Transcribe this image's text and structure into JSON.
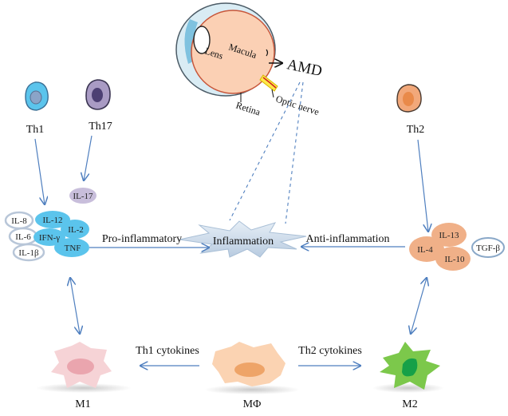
{
  "eye": {
    "lens_label": "Lens",
    "macula_label": "Macula",
    "retina_label": "Retina",
    "optic_nerve_label": "Optic nerve",
    "disease_label": "AMD"
  },
  "t_cells": {
    "th1": "Th1",
    "th17": "Th17",
    "th2": "Th2"
  },
  "pro_cytokines": {
    "main": [
      "IL-12",
      "IL-2",
      "IFN-γ",
      "TNF"
    ],
    "outline": [
      "IL-8",
      "IL-6",
      "IL-1β"
    ],
    "th17": "IL-17"
  },
  "anti_cytokines": {
    "main": [
      "IL-13",
      "IL-4",
      "IL-10"
    ],
    "outline": "TGF-β"
  },
  "center": {
    "inflammation": "Inflammation",
    "pro_label": "Pro-inflammatory",
    "anti_label": "Anti-inflammation"
  },
  "macrophages": {
    "m1": "M1",
    "m0": "MΦ",
    "m2": "M2",
    "th1_cytokines": "Th1 cytokines",
    "th2_cytokines": "Th2 cytokines"
  },
  "colors": {
    "arrow": "#4f7fbf",
    "th1_blue": "#5bc4ec",
    "th17_purple": "#a99bc4",
    "th2_orange": "#f2a87a",
    "cyto_orange": "#f0b088",
    "m1_pink": "#f6d3d6",
    "m0_peach": "#fbd3b2",
    "m2_green": "#7cc84b",
    "eye_body": "#fbd0b4"
  }
}
